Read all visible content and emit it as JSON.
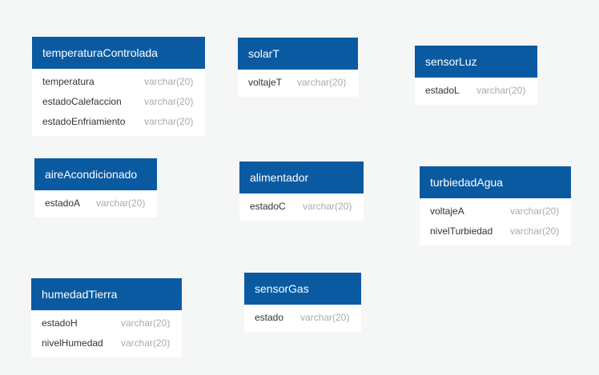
{
  "tables": [
    {
      "name": "temperaturaControlada",
      "columns": [
        {
          "name": "temperatura",
          "type": "varchar(20)"
        },
        {
          "name": "estadoCalefaccion",
          "type": "varchar(20)"
        },
        {
          "name": "estadoEnfriamiento",
          "type": "varchar(20)"
        }
      ]
    },
    {
      "name": "solarT",
      "columns": [
        {
          "name": "voltajeT",
          "type": "varchar(20)"
        }
      ]
    },
    {
      "name": "sensorLuz",
      "columns": [
        {
          "name": "estadoL",
          "type": "varchar(20)"
        }
      ]
    },
    {
      "name": "aireAcondicionado",
      "columns": [
        {
          "name": "estadoA",
          "type": "varchar(20)"
        }
      ]
    },
    {
      "name": "alimentador",
      "columns": [
        {
          "name": "estadoC",
          "type": "varchar(20)"
        }
      ]
    },
    {
      "name": "turbiedadAgua",
      "columns": [
        {
          "name": "voltajeA",
          "type": "varchar(20)"
        },
        {
          "name": "nivelTurbiedad",
          "type": "varchar(20)"
        }
      ]
    },
    {
      "name": "humedadTierra",
      "columns": [
        {
          "name": "estadoH",
          "type": "varchar(20)"
        },
        {
          "name": "nivelHumedad",
          "type": "varchar(20)"
        }
      ]
    },
    {
      "name": "sensorGas",
      "columns": [
        {
          "name": "estado",
          "type": "varchar(20)"
        }
      ]
    }
  ],
  "colors": {
    "header": "#0a5aa2",
    "canvas": "#f5f6f6"
  }
}
